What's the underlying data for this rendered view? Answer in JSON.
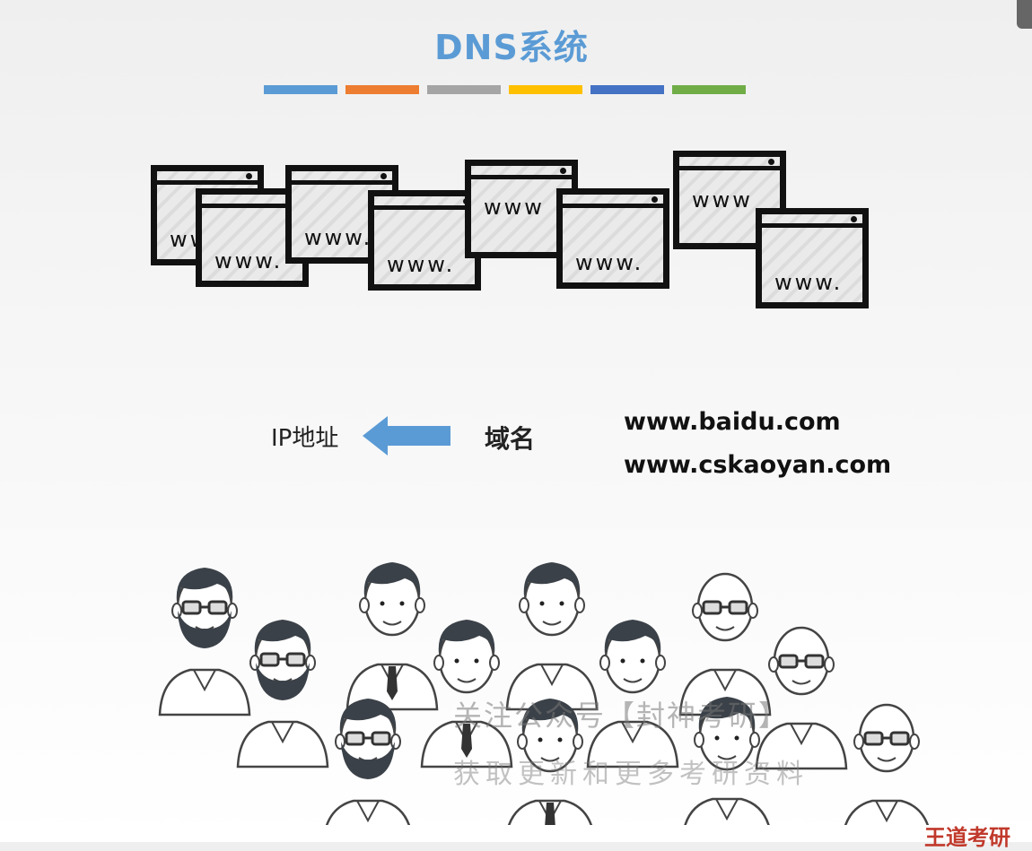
{
  "title": "DNS系统",
  "stripes": [
    {
      "color": "#5b9bd5"
    },
    {
      "color": "#ed7d31"
    },
    {
      "color": "#a5a5a5"
    },
    {
      "color": "#ffc000"
    },
    {
      "color": "#4472c4"
    },
    {
      "color": "#70ad47"
    }
  ],
  "windows": [
    {
      "text": "www."
    },
    {
      "text": "www."
    },
    {
      "text": "www."
    },
    {
      "text": "www."
    },
    {
      "text": "www"
    },
    {
      "text": "www."
    },
    {
      "text": "www"
    },
    {
      "text": "www."
    }
  ],
  "ip_label": "IP地址",
  "arrow": {
    "color": "#5b9bd5",
    "direction": "left"
  },
  "domain_label": "域名",
  "urls": [
    "www.baidu.com",
    "www.cskaoyan.com"
  ],
  "watermark": {
    "line1": "关注公众号【封神考研】",
    "line2": "获取更新和更多考研资料"
  },
  "corner_text": "王道考研"
}
